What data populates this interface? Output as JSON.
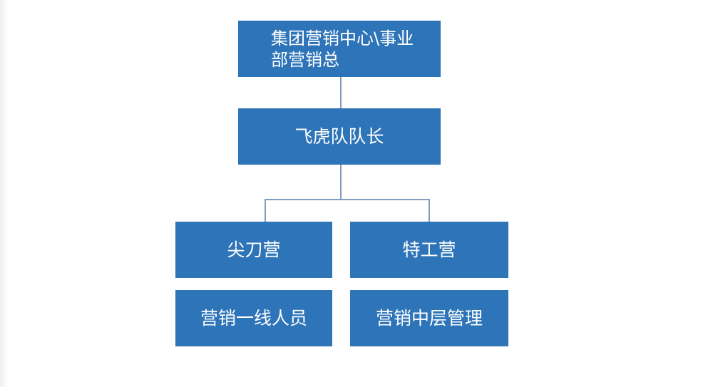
{
  "diagram": {
    "type": "org-chart",
    "colors": {
      "node_fill": "#2e74b8",
      "node_text": "#ffffff",
      "connector": "#7f9bbd",
      "background": "#ffffff"
    },
    "nodes": {
      "top": {
        "line1": "集团营销中心\\事业",
        "line2": "部营销总"
      },
      "captain": {
        "label": "飞虎队队长"
      },
      "jiandao": {
        "label": "尖刀营"
      },
      "tegong": {
        "label": "特工营"
      },
      "frontline": {
        "label": "营销一线人员"
      },
      "middle": {
        "label": "营销中层管理"
      }
    },
    "edges": [
      {
        "from": "top",
        "to": "captain"
      },
      {
        "from": "captain",
        "to": "jiandao"
      },
      {
        "from": "captain",
        "to": "tegong"
      }
    ]
  }
}
